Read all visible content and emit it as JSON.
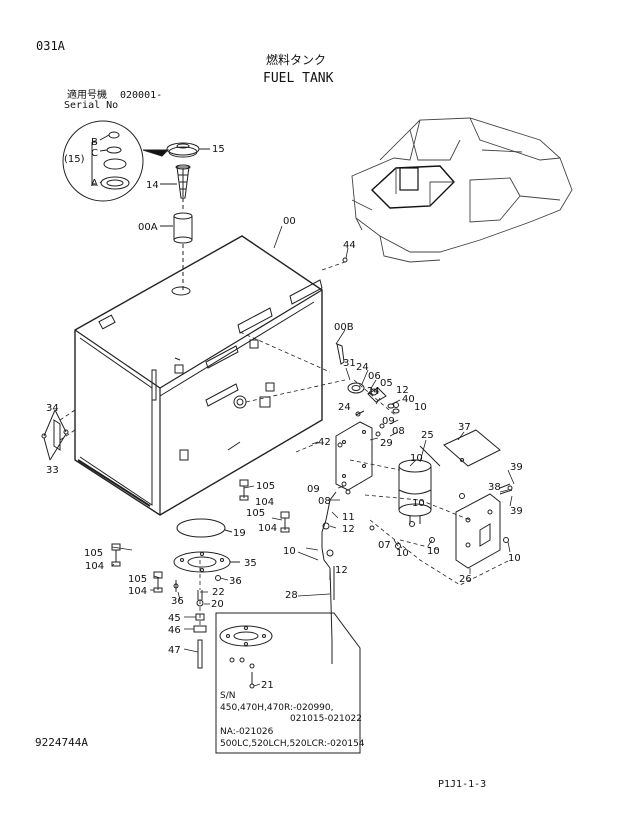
{
  "header": {
    "page_code": "031A",
    "title_jp": "燃料タンク",
    "title_en": "FUEL TANK",
    "serial_label_jp": "適用号機",
    "serial_from": "020001-",
    "serial_label_en": "Serial No"
  },
  "callouts": {
    "c15_group": "(15)",
    "cA": "A",
    "cB": "B",
    "cC": "C",
    "c15": "15",
    "c14": "14",
    "c00A": "00A",
    "c00": "00",
    "c44": "44",
    "c00B": "00B",
    "c31": "31",
    "c24a": "24",
    "c06": "06",
    "c05": "05",
    "c12a": "12",
    "c40": "40",
    "c24b": "24",
    "c10a": "10",
    "c24c": "24",
    "c09a": "09",
    "c08a": "08",
    "c25": "25",
    "c37": "37",
    "c42": "42",
    "c29": "29",
    "c34": "34",
    "c33": "33",
    "c105a": "105",
    "c104a": "104",
    "c105b": "105",
    "c09b": "09",
    "c08b": "08",
    "c104b": "104",
    "c11": "11",
    "c12b": "12",
    "c19": "19",
    "c10b": "10",
    "c39a": "39",
    "c38": "38",
    "c39b": "39",
    "c10c": "10",
    "c07": "07",
    "c10d": "10",
    "c10e": "10",
    "c10f": "10",
    "c26": "26",
    "c105c": "105",
    "c104c": "104",
    "c35": "35",
    "c10g": "10",
    "c12c": "12",
    "c105d": "105",
    "c104d": "104",
    "c36a": "36",
    "c22": "22",
    "c36b": "36",
    "c20": "20",
    "c28": "28",
    "c45": "45",
    "c46": "46",
    "c47": "47",
    "c21": "21"
  },
  "note_box": {
    "sn_label": "S/N",
    "line1": "450,470H,470R:-020990,",
    "line2": "021015-021022",
    "line3": "NA:-021026",
    "line4": "500LC,520LCH,520LCR:-020154"
  },
  "footer": {
    "drawing_no": "9224744A",
    "page_ref": "P1J1-1-3"
  }
}
